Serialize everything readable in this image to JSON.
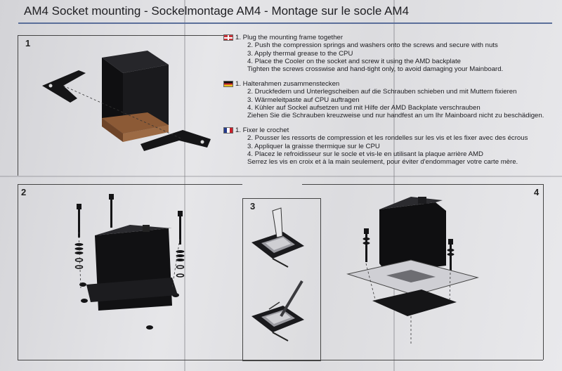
{
  "title": "AM4 Socket mounting - Sockelmontage AM4 - Montage sur le socle AM4",
  "step_labels": [
    "1",
    "2",
    "3",
    "4"
  ],
  "languages": [
    {
      "flag": "uk-flag-icon",
      "steps": [
        "1. Plug the mounting frame together",
        "2. Push the compression springs and washers onto the screws and secure with nuts",
        "3. Apply thermal grease to the CPU",
        "4. Place the Cooler on the socket and screw it using the AMD backplate"
      ],
      "note": "Tighten the screws crosswise and hand-tight only, to avoid damaging your Mainboard."
    },
    {
      "flag": "german-flag-icon",
      "steps": [
        "1. Halterahmen zusammenstecken",
        "2. Druckfedern und Unterlegscheiben auf die Schrauben schieben und mit Muttern fixieren",
        "3. Wärmeleitpaste auf CPU auftragen",
        "4. Kühler auf Sockel aufsetzen und mit Hilfe der AMD Backplate verschrauben"
      ],
      "note": "Ziehen Sie die Schrauben kreuzweise und nur handfest an um Ihr Mainboard nicht zu beschädigen."
    },
    {
      "flag": "french-flag-icon",
      "steps": [
        "1. Fixer le crochet",
        "2. Pousser les ressorts de compression et les rondelles sur les vis et les fixer avec des écrous",
        "3. Appliquer la graisse thermique sur le CPU",
        "4. Placez le refroidisseur sur le socle et vis-le en utilisant la plaque arrière AMD"
      ],
      "note": "Serrez les vis en croix et à la main seulement, pour éviter d'endommager votre carte mère."
    }
  ]
}
